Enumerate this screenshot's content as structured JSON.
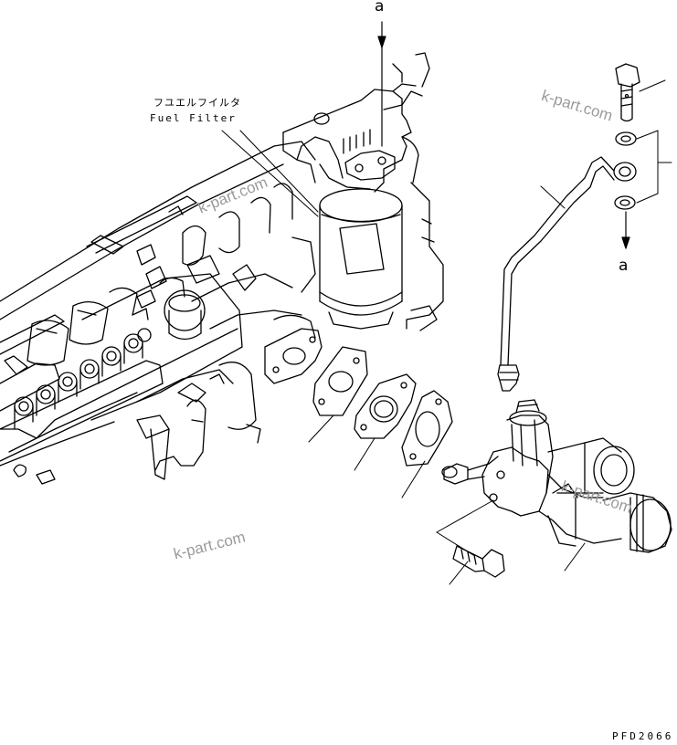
{
  "diagram": {
    "callouts": {
      "fuel_filter_jp": "フユエルフイルタ",
      "fuel_filter_en": "Fuel Filter"
    },
    "reference_marks": {
      "top": "a",
      "right": "a"
    },
    "drawing_code": "PFD2066",
    "watermarks": [
      "k-part.com",
      "k-part.com",
      "k-part.com",
      "k-part.com"
    ],
    "line_color": "#000000",
    "watermark_color": "#9a9a9a"
  }
}
